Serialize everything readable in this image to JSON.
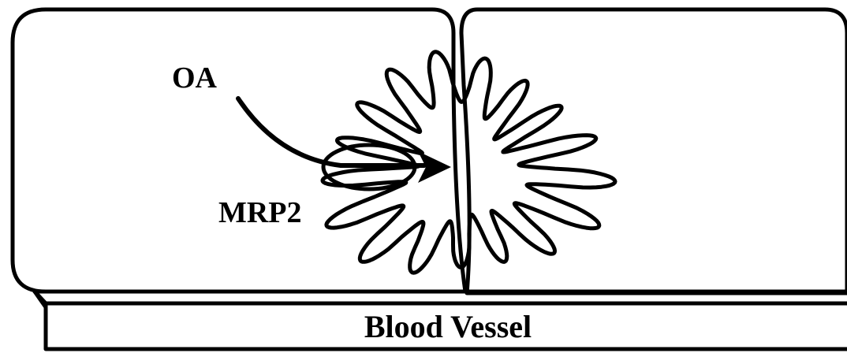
{
  "labels": {
    "substrate": "OA",
    "transporter": "MRP2",
    "vessel": "Blood Vessel"
  },
  "colors": {
    "ink": "#000000",
    "background": "#ffffff"
  }
}
